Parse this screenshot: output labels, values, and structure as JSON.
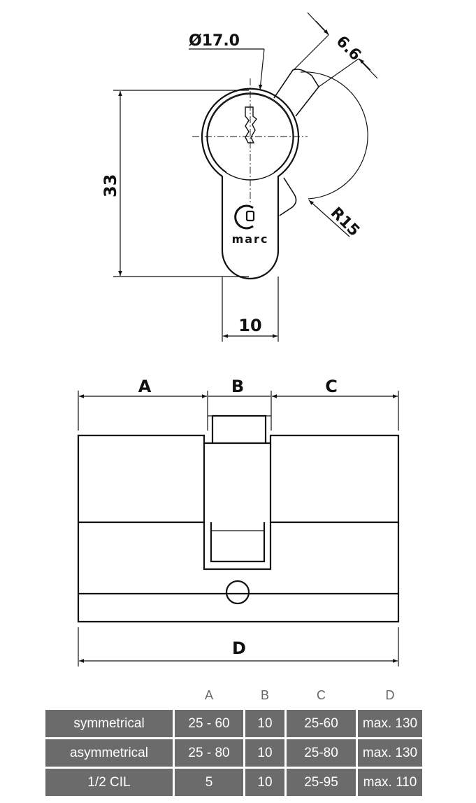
{
  "front_view": {
    "diameter_label": "Ø17.0",
    "cam_width_label": "6.6",
    "height_label": "33",
    "radius_label": "R15",
    "width_label": "10",
    "brand_text": "marc"
  },
  "side_view": {
    "label_a": "A",
    "label_b": "B",
    "label_c": "C",
    "label_d": "D"
  },
  "table": {
    "headers": [
      "A",
      "B",
      "C",
      "D"
    ],
    "rows": [
      {
        "type": "symmetrical",
        "a": "25 - 60",
        "b": "10",
        "c": "25-60",
        "d": "max. 130"
      },
      {
        "type": "asymmetrical",
        "a": "25 - 80",
        "b": "10",
        "c": "25-80",
        "d": "max. 130"
      },
      {
        "type": "1/2 CIL",
        "a": "5",
        "b": "10",
        "c": "25-95",
        "d": "max. 110"
      }
    ]
  },
  "colors": {
    "table_cell": "#6b6b6b",
    "table_text": "#ffffff",
    "header_text": "#666666"
  }
}
